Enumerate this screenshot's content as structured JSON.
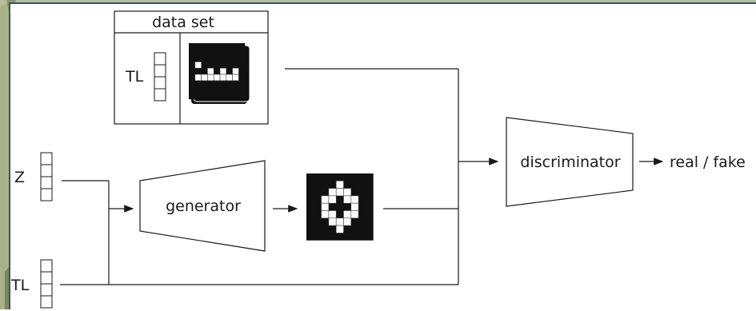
{
  "labels": {
    "dataset_title": "data set",
    "dataset_tl": "TL",
    "z": "Z",
    "tl": "TL",
    "generator": "generator",
    "discriminator": "discriminator",
    "output": "real / fake"
  },
  "colors": {
    "background_frame": "#b6be98",
    "frame_border": "#34557a",
    "stroke": "#1a1a1a",
    "pixel_on": "#ffffff",
    "pixel_off": "#111111"
  },
  "generated_image_pattern": [
    "000000000",
    "000010000",
    "000111000",
    "001101100",
    "001000100",
    "001101100",
    "000111000",
    "000010000",
    "000000000"
  ],
  "dataset_image_pattern": [
    "000000000",
    "000000000",
    "000000000",
    "010000000",
    "000101010",
    "011111110",
    "000000000",
    "000000000",
    "000000000"
  ]
}
